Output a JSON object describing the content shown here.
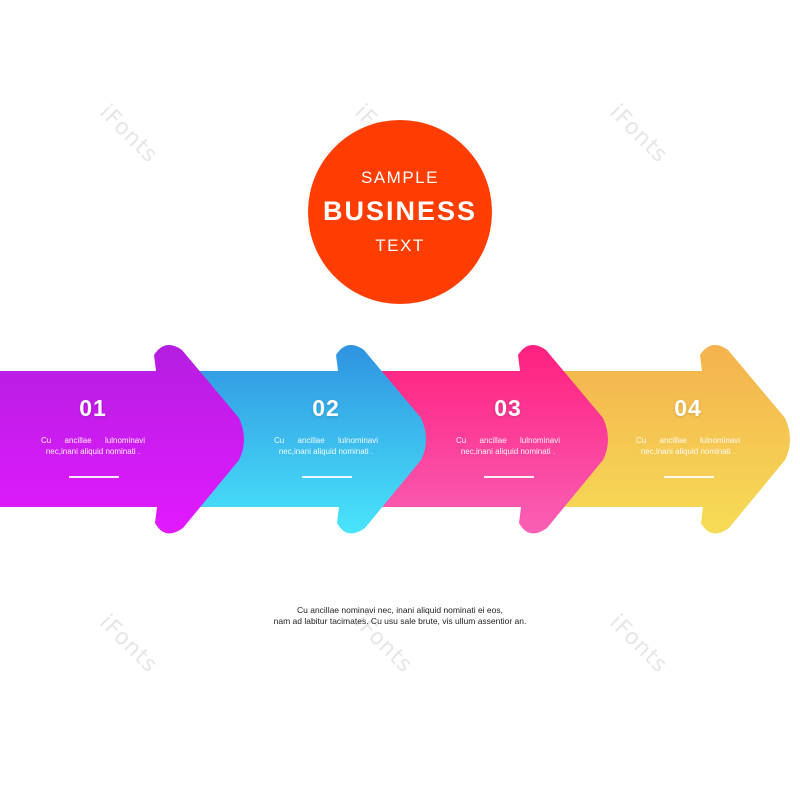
{
  "watermark": "iFonts",
  "header": {
    "line1": "SAMPLE",
    "line2": "BUSINESS",
    "line3": "TEXT",
    "color": "#ff3d00"
  },
  "steps": [
    {
      "number": "01",
      "desc_line1": "Cu      ancillae      lulnominavi",
      "desc_line2": "nec,inani aliquid nominati .",
      "gradient": [
        "#b41ee0",
        "#e21aff"
      ]
    },
    {
      "number": "02",
      "desc_line1": "Cu      ancillae      lulnominavi",
      "desc_line2": "nec,inani aliquid nominati .",
      "gradient": [
        "#2f93e0",
        "#49e4fb"
      ]
    },
    {
      "number": "03",
      "desc_line1": "Cu      ancillae      lulnominavi",
      "desc_line2": "nec,inani aliquid nominati .",
      "gradient": [
        "#ff1f7e",
        "#f960b5"
      ]
    },
    {
      "number": "04",
      "desc_line1": "Cu      ancillae      lulnominavi",
      "desc_line2": "nec,inani aliquid nominati .",
      "gradient": [
        "#f4b24e",
        "#f6dc56"
      ]
    }
  ],
  "footer": {
    "line1": "Cu ancillae nominavi nec, inani aliquid nominati ei eos,",
    "line2": "nam ad labitur tacimates. Cu usu sale brute, vis ullum assentior an."
  }
}
